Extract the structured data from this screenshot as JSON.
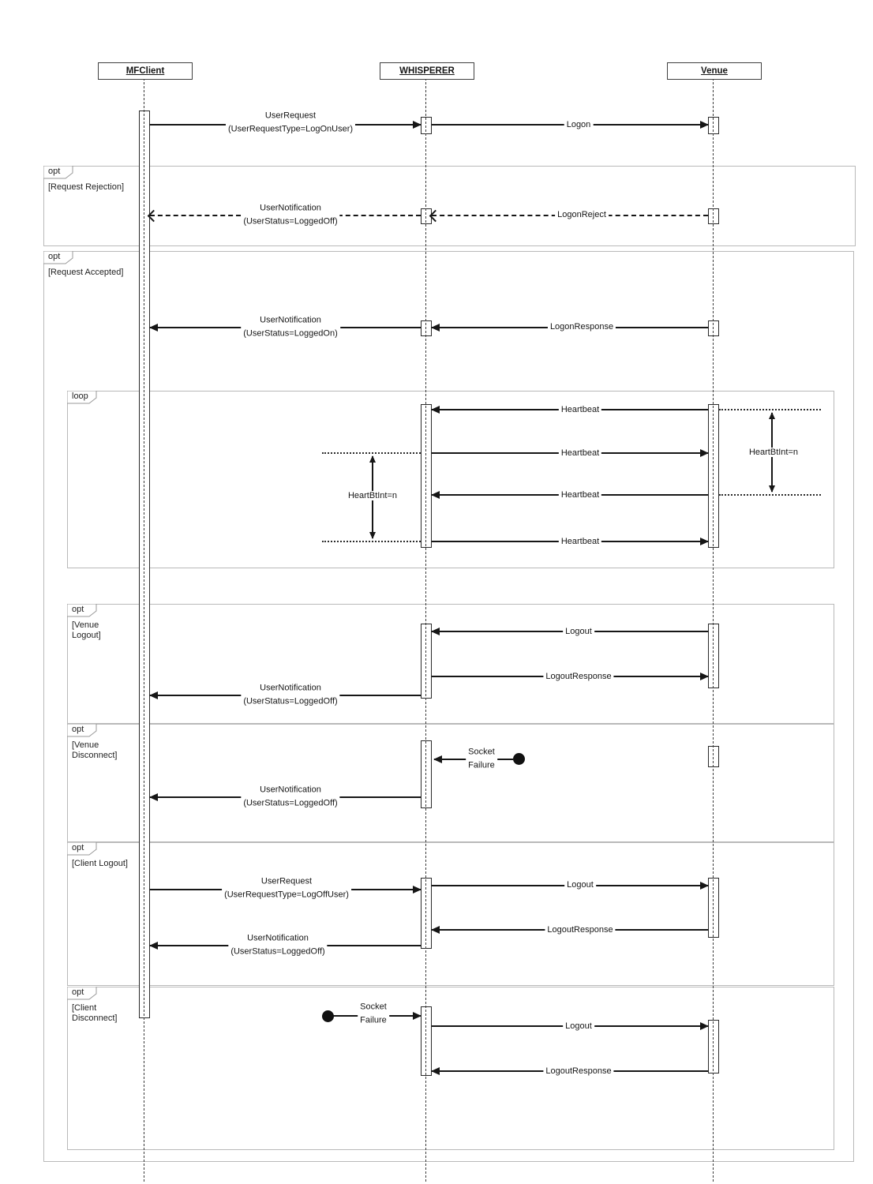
{
  "diagram": {
    "type": "uml-sequence",
    "palette": {
      "line": "#161616",
      "frame_border": "#b9b9b9",
      "background": "#ffffff"
    },
    "actors": [
      {
        "name": "MFClient"
      },
      {
        "name": "WHISPERER"
      },
      {
        "name": "Venue"
      }
    ],
    "frames": [
      {
        "operator": "opt",
        "guard": "[Request Rejection]"
      },
      {
        "operator": "opt",
        "guard": "[Request Accepted]"
      },
      {
        "operator": "loop",
        "guard": ""
      },
      {
        "operator": "opt",
        "guard": "[Venue\nLogout]"
      },
      {
        "operator": "opt",
        "guard": "[Venue\nDisconnect]"
      },
      {
        "operator": "opt",
        "guard": "[Client Logout]"
      },
      {
        "operator": "opt",
        "guard": "[Client\nDisconnect]"
      }
    ],
    "messages": [
      {
        "line1": "UserRequest",
        "line2": "(UserRequestType=LogOnUser)",
        "from": "MFClient",
        "to": "WHISPERER",
        "style": "solid"
      },
      {
        "line1": "Logon",
        "from": "WHISPERER",
        "to": "Venue",
        "style": "solid"
      },
      {
        "line1": "UserNotification",
        "line2": "(UserStatus=LoggedOff)",
        "from": "WHISPERER",
        "to": "MFClient",
        "style": "dashed"
      },
      {
        "line1": "LogonReject",
        "from": "Venue",
        "to": "WHISPERER",
        "style": "dashed"
      },
      {
        "line1": "UserNotification",
        "line2": "(UserStatus=LoggedOn)",
        "from": "WHISPERER",
        "to": "MFClient",
        "style": "solid"
      },
      {
        "line1": "LogonResponse",
        "from": "Venue",
        "to": "WHISPERER",
        "style": "solid"
      },
      {
        "line1": "Heartbeat",
        "from": "Venue",
        "to": "WHISPERER",
        "style": "solid"
      },
      {
        "line1": "Heartbeat",
        "from": "WHISPERER",
        "to": "Venue",
        "style": "solid"
      },
      {
        "line1": "Heartbeat",
        "from": "Venue",
        "to": "WHISPERER",
        "style": "solid"
      },
      {
        "line1": "Heartbeat",
        "from": "WHISPERER",
        "to": "Venue",
        "style": "solid"
      },
      {
        "line1": "Logout",
        "from": "Venue",
        "to": "WHISPERER",
        "style": "solid"
      },
      {
        "line1": "LogoutResponse",
        "from": "WHISPERER",
        "to": "Venue",
        "style": "solid"
      },
      {
        "line1": "UserNotification",
        "line2": "(UserStatus=LoggedOff)",
        "from": "WHISPERER",
        "to": "MFClient",
        "style": "solid"
      },
      {
        "line1": "Socket",
        "line2": "Failure",
        "from": "event",
        "to": "WHISPERER",
        "style": "solid"
      },
      {
        "line1": "UserNotification",
        "line2": "(UserStatus=LoggedOff)",
        "from": "WHISPERER",
        "to": "MFClient",
        "style": "solid"
      },
      {
        "line1": "UserRequest",
        "line2": "(UserRequestType=LogOffUser)",
        "from": "MFClient",
        "to": "WHISPERER",
        "style": "solid"
      },
      {
        "line1": "Logout",
        "from": "WHISPERER",
        "to": "Venue",
        "style": "solid"
      },
      {
        "line1": "LogoutResponse",
        "from": "Venue",
        "to": "WHISPERER",
        "style": "solid"
      },
      {
        "line1": "UserNotification",
        "line2": "(UserStatus=LoggedOff)",
        "from": "WHISPERER",
        "to": "MFClient",
        "style": "solid"
      },
      {
        "line1": "Socket",
        "line2": "Failure",
        "from": "event",
        "to": "WHISPERER",
        "style": "solid"
      },
      {
        "line1": "Logout",
        "from": "WHISPERER",
        "to": "Venue",
        "style": "solid"
      },
      {
        "line1": "LogoutResponse",
        "from": "Venue",
        "to": "WHISPERER",
        "style": "solid"
      }
    ],
    "annotations": [
      {
        "label": "HeartBtInt=n"
      },
      {
        "label": "HeartBtInt=n"
      }
    ]
  }
}
